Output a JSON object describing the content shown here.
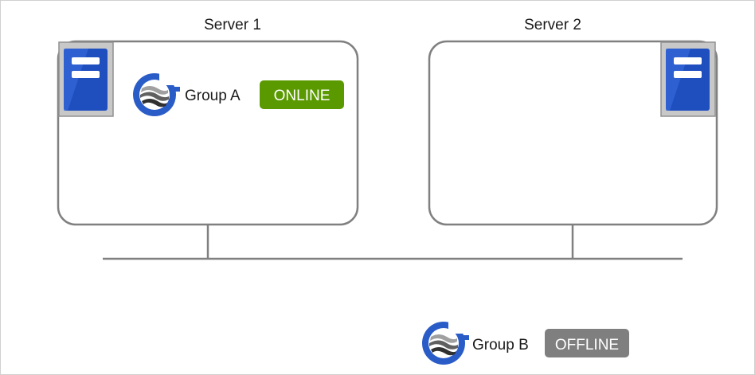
{
  "servers": [
    {
      "label": "Server 1"
    },
    {
      "label": "Server 2"
    }
  ],
  "groups": [
    {
      "label": "Group A",
      "status": "ONLINE",
      "status_color": "#5a9a00"
    },
    {
      "label": "Group B",
      "status": "OFFLINE",
      "status_color": "#7f7f7f"
    }
  ],
  "colors": {
    "server_box_stroke": "#808080",
    "network_line": "#808080",
    "server_icon_blue": "#1f4fbf",
    "server_icon_frame": "#c8c8c8",
    "group_icon_ring": "#2a5cc8"
  },
  "icons": {
    "server": "server-icon",
    "group": "cluster-group-icon"
  }
}
